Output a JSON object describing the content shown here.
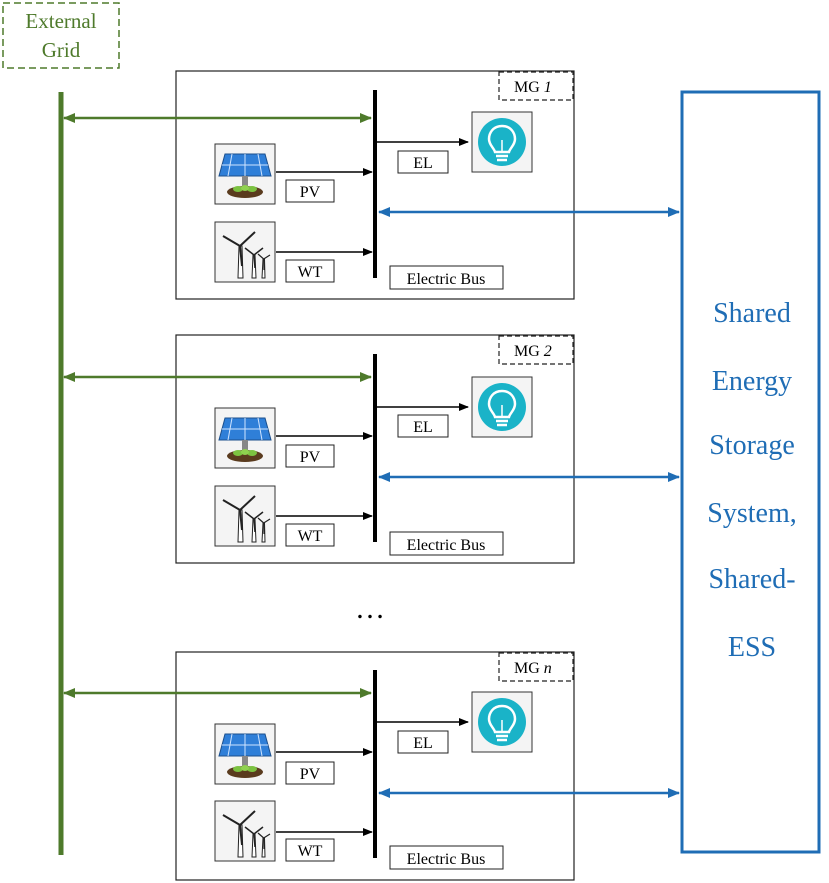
{
  "external_grid": {
    "line1": "External",
    "line2": "Grid"
  },
  "shared_ess": {
    "lines": [
      "Shared",
      "Energy",
      "Storage",
      "System,",
      "Shared-",
      "ESS"
    ]
  },
  "ellipsis": "…",
  "microgrids": [
    {
      "mg_prefix": "MG",
      "mg_index": "1",
      "el": "EL",
      "pv": "PV",
      "wt": "WT",
      "bus": "Electric Bus"
    },
    {
      "mg_prefix": "MG",
      "mg_index": "2",
      "el": "EL",
      "pv": "PV",
      "wt": "WT",
      "bus": "Electric Bus"
    },
    {
      "mg_prefix": "MG",
      "mg_index": "n",
      "el": "EL",
      "pv": "PV",
      "wt": "WT",
      "bus": "Electric Bus"
    }
  ],
  "colors": {
    "grid": "#4e7a2b",
    "ess": "#1f6db5",
    "bulb": "#1ab3c8"
  }
}
